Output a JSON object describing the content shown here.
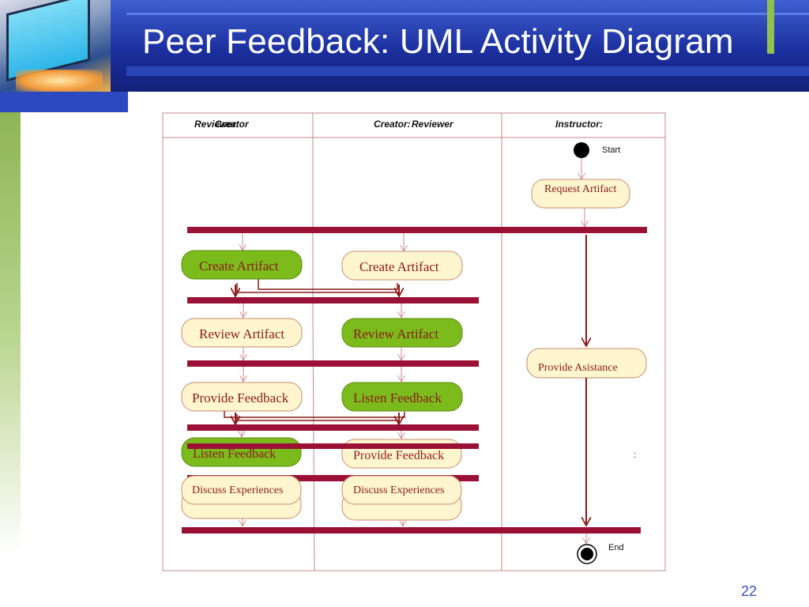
{
  "slide": {
    "title": "Peer Feedback: UML Activity Diagram",
    "page_number": "22"
  },
  "diagram": {
    "lanes": [
      {
        "header_text": "Reviewer:",
        "overlay_text": "Creator"
      },
      {
        "header_text": "Creator:",
        "overlay_text": "Reviewer"
      },
      {
        "header_text": "Instructor:",
        "overlay_text": ""
      }
    ],
    "start_label": "Start",
    "end_label": "End",
    "colon_note": ":",
    "nodes": {
      "request_artifact": "Request Artifact",
      "create_artifact_1": "Create Artifact",
      "create_artifact_2": "Create Artifact",
      "review_artifact_1": "Review Artifact",
      "review_artifact_2": "Review Artifact",
      "provide_feedback_1": "Provide Feedback",
      "listen_feedback_2": "Listen Feedback",
      "listen_feedback_1": "Listen Feedback",
      "provide_feedback_2": "Provide Feedback",
      "discuss_1": "Discuss Experiences",
      "discuss_2": "Discuss Experiences",
      "provide_assistance": "Provide Asistance"
    },
    "colors": {
      "active_node": "#7cbb1c",
      "inactive_node": "#fff6cf",
      "node_text": "#8b1a1a",
      "sync_bar": "#9b1035",
      "arrow": "#8b1a1a"
    }
  }
}
